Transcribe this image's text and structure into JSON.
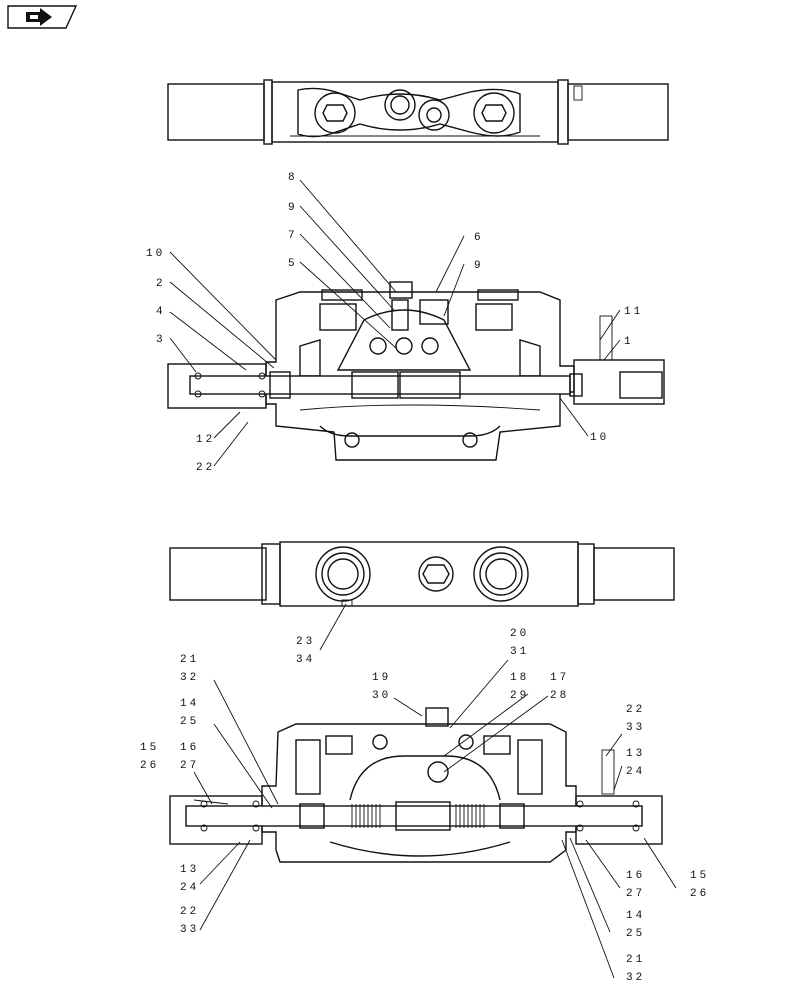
{
  "nav": {
    "icon": "forward-arrow-icon"
  },
  "callouts": {
    "c8": "8",
    "c9a": "9",
    "c7": "7",
    "c5": "5",
    "c6": "6",
    "c9b": "9",
    "c10a": "10",
    "c2": "2",
    "c4": "4",
    "c3": "3",
    "c11": "11",
    "c1": "1",
    "c12": "12",
    "c22a": "22",
    "c10b": "10",
    "c23": "23",
    "c34": "34",
    "c20": "20",
    "c31": "31",
    "c19": "19",
    "c30": "30",
    "c18": "18",
    "c29": "29",
    "c17": "17",
    "c28": "28",
    "c21a": "21",
    "c32a": "32",
    "c14a": "14",
    "c25a": "25",
    "c15a": "15",
    "c26a": "26",
    "c16a": "16",
    "c27a": "27",
    "c22b": "22",
    "c33b": "33",
    "c13a": "13",
    "c24a": "24",
    "c13b": "13",
    "c24b": "24",
    "c22c": "22",
    "c33c": "33",
    "c16b": "16",
    "c27b": "27",
    "c15b": "15",
    "c26b": "26",
    "c14b": "14",
    "c25b": "25",
    "c21b": "21",
    "c32b": "32"
  }
}
